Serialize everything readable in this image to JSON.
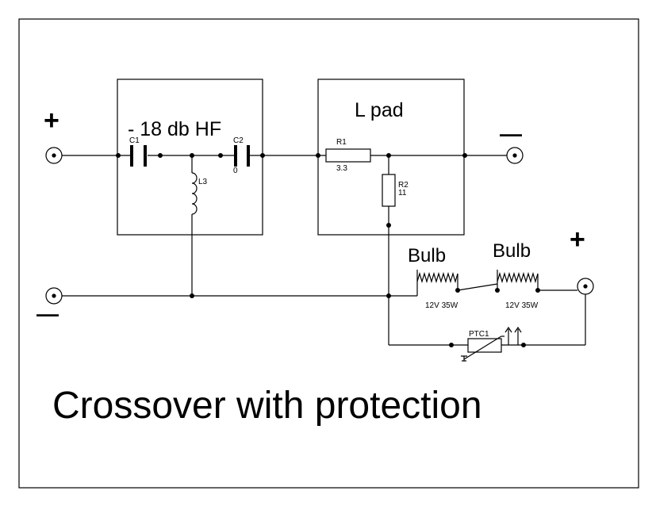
{
  "title": "Crossover with protection",
  "filter_block": {
    "label": "- 18 db HF"
  },
  "lpad_block": {
    "label": "L pad"
  },
  "components": {
    "c1": {
      "ref": "C1"
    },
    "c2": {
      "ref": "C2",
      "value": "0"
    },
    "l3": {
      "ref": "L3"
    },
    "r1": {
      "ref": "R1",
      "value": "3.3"
    },
    "r2": {
      "ref": "R2",
      "value": "11"
    },
    "bulb1": {
      "label": "Bulb",
      "rating": "12V 35W"
    },
    "bulb2": {
      "label": "Bulb",
      "rating": "12V 35W"
    },
    "ptc1": {
      "ref": "PTC1"
    }
  },
  "terminals": {
    "input_plus": "+",
    "input_minus": "—",
    "output_minus": "—",
    "output_plus": "+"
  }
}
